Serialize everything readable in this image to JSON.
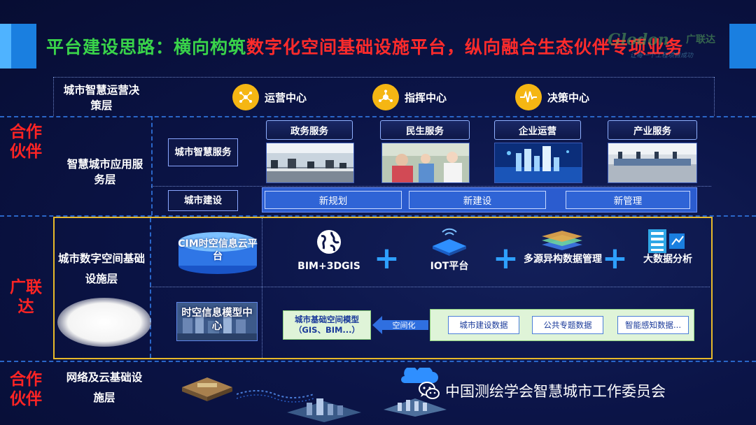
{
  "title": {
    "part1": "平台建设思路：",
    "part2": "横向构筑",
    "part3": "数字化空间基础设施平台，纵向融合生态伙伴专项业务"
  },
  "logo": {
    "brand": "Glodon",
    "brand_cn": "广联达",
    "slogan": "让每一个工程项目成功"
  },
  "side_labels": {
    "partner_top": "合作伙伴",
    "glodon": "广联达",
    "partner_bottom": "合作伙伴"
  },
  "layers": {
    "decision": {
      "label": "城市智慧运营决策层",
      "centers": [
        {
          "label": "运营中心",
          "icon": "network-nodes-icon"
        },
        {
          "label": "指挥中心",
          "icon": "command-hub-icon"
        },
        {
          "label": "决策中心",
          "icon": "pulse-wave-icon"
        }
      ]
    },
    "application": {
      "label": "智慧城市应用服务层",
      "smart_service": "城市智慧服务",
      "services": [
        "政务服务",
        "民生服务",
        "企业运营",
        "产业服务"
      ],
      "construction": "城市建设",
      "construction_items": [
        "新规划",
        "新建设",
        "新管理"
      ]
    },
    "infrastructure": {
      "label": "城市数字空间基础设施层",
      "cim_platform": "CIM时空信息云平台",
      "techs": [
        "BIM+3DGIS",
        "IOT平台",
        "多源异构数据管理",
        "大数据分析"
      ],
      "model_center": "时空信息模型中心",
      "base_model": "城市基础空间模型（GIS、BIM...）",
      "spatialize": "空间化",
      "data_sources": [
        "城市建设数据",
        "公共专题数据",
        "智能感知数据..."
      ]
    },
    "network": {
      "label": "网络及云基础设施层"
    }
  },
  "footer": {
    "icon": "wechat-icon",
    "text": "中国测绘学会智慧城市工作委员会"
  },
  "colors": {
    "accent_blue": "#1a7fe0",
    "title_green": "#39d34a",
    "title_red": "#ff2b2b",
    "partner_red": "#ff2424",
    "center_icon_gold": "#f5b613",
    "infra_border_gold": "#e7b92a"
  }
}
